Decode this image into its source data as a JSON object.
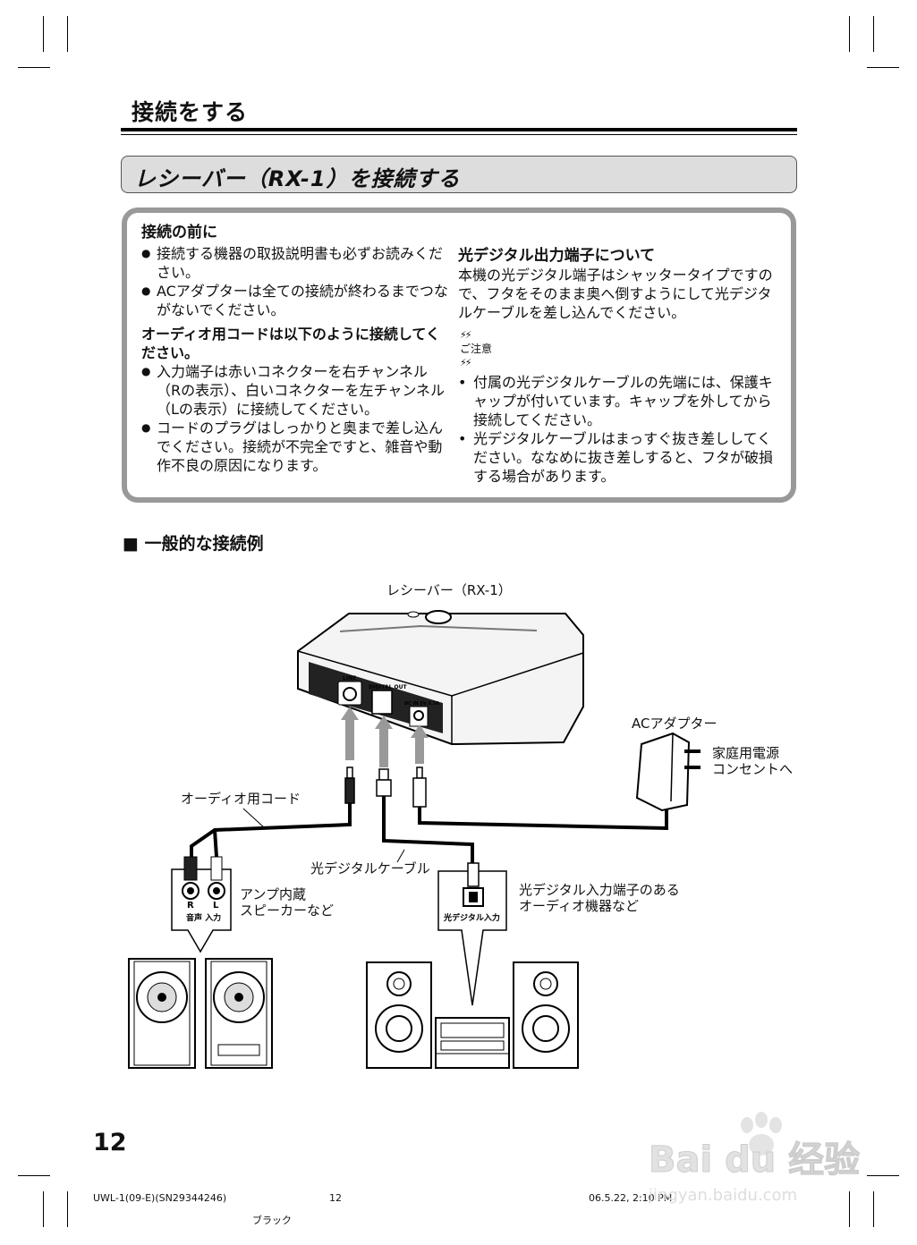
{
  "header": {
    "section_title": "接続をする"
  },
  "subsection": {
    "title": "レシーバー（RX-1）を接続する"
  },
  "notes": {
    "before_heading": "接続の前に",
    "before_items": [
      "接続する機器の取扱説明書も必ずお読みください。",
      "ACアダプターは全ての接続が終わるまでつながないでください。"
    ],
    "audio_heading": "オーディオ用コードは以下のように接続してください。",
    "audio_items": [
      "入力端子は赤いコネクターを右チャンネル（Rの表示）、白いコネクターを左チャンネル（Lの表示）に接続してください。",
      "コードのプラグはしっかりと奥まで差し込んでください。接続が不完全ですと、雑音や動作不良の原因になります。"
    ],
    "optical_heading": "光デジタル出力端子について",
    "optical_text": "本機の光デジタル端子はシャッタータイプですので、フタをそのまま奥へ倒すようにして光デジタルケーブルを差し込んでください。",
    "caution_label": "ご注意",
    "caution_items": [
      "付属の光デジタルケーブルの先端には、保護キャップが付いています。キャップを外してから接続してください。",
      "光デジタルケーブルはまっすぐ抜き差ししてください。ななめに抜き差しすると、フタが破損する場合があります。"
    ]
  },
  "example": {
    "title": "■ 一般的な接続例"
  },
  "diagram": {
    "receiver": "レシーバー（RX-1）",
    "ac_adapter": "ACアダプター",
    "outlet_line1": "家庭用電源",
    "outlet_line2": "コンセントへ",
    "audio_cord": "オーディオ用コード",
    "optical_cable": "光デジタルケーブル",
    "speaker_line1": "アンプ内蔵",
    "speaker_line2": "スピーカーなど",
    "optical_device_line1": "光デジタル入力端子のある",
    "optical_device_line2": "オーディオ機器など",
    "jack_r": "R",
    "jack_l": "L",
    "audio_input": "音声 入力",
    "optical_input": "光デジタル入力",
    "port_line": "LINE",
    "port_digital": "DIGITAL OUT",
    "port_dc": "DC IN 5V 0.5A"
  },
  "footer": {
    "page_number": "12",
    "code": "UWL-1(09-E)(SN29344246)",
    "mid_number": "12",
    "timestamp": "06.5.22, 2:10 PM",
    "color": "ブラック"
  },
  "watermark": {
    "text": "Bai du 经验",
    "url_text": "jingyan.baidu.com"
  }
}
